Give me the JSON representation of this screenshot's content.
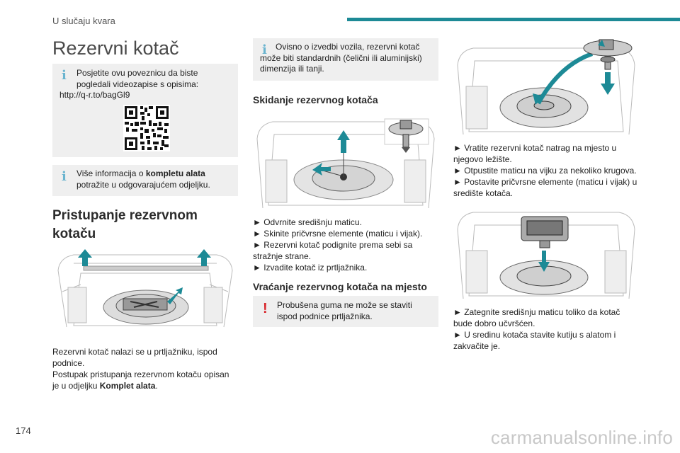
{
  "header": {
    "section": "U slučaju kvara",
    "accent_color": "#1d8a96"
  },
  "page_number": "174",
  "watermark": "carmanualsonline.info",
  "title": "Rezervni kotač",
  "col1": {
    "note1": {
      "text": "Posjetite ovu poveznicu da biste pogledali videozapise s opisima:",
      "link": "http://q-r.to/bagGl9"
    },
    "note2": {
      "pre": "Više informacija o ",
      "bold": "kompletu alata",
      "post": " potražite u odgovarajućem odjeljku."
    },
    "h2_line1": "Pristupanje rezervnom",
    "h2_line2": "kotaču",
    "p1": "Rezervni kotač nalazi se u prtljažniku, ispod podnice.",
    "p2_pre": "Postupak pristupanja rezervnom kotaču opisan je u odjeljku ",
    "p2_bold": "Komplet alata",
    "p2_post": "."
  },
  "col2": {
    "note": "Ovisno o izvedbi vozila, rezervni kotač može biti standardnih (čelični ili aluminijski) dimenzija ili tanji.",
    "h3_remove": "Skidanje rezervnog kotača",
    "steps_remove": [
      "► Odvrnite središnju maticu.",
      "► Skinite pričvrsne elemente (maticu i vijak).",
      "► Rezervni kotač podignite prema sebi sa stražnje strane.",
      "► Izvadite kotač iz prtljažnika."
    ],
    "h3_return": "Vraćanje rezervnog kotača na mjesto",
    "warning": "Probušena guma ne može se staviti ispod podnice prtljažnika."
  },
  "col3": {
    "steps_a": [
      "► Vratite rezervni kotač natrag na mjesto u njegovo ležište.",
      "► Otpustite maticu na vijku za nekoliko krugova.",
      "► Postavite pričvrsne elemente (maticu i vijak) u središte kotača."
    ],
    "steps_b": [
      "► Zategnite središnju maticu toliko da kotač bude dobro učvršćen.",
      "► U sredinu kotača stavite kutiju s alatom i zakvačite je."
    ]
  },
  "icons": {
    "info": "i",
    "warning": "!",
    "qr": "qr-code-icon"
  }
}
